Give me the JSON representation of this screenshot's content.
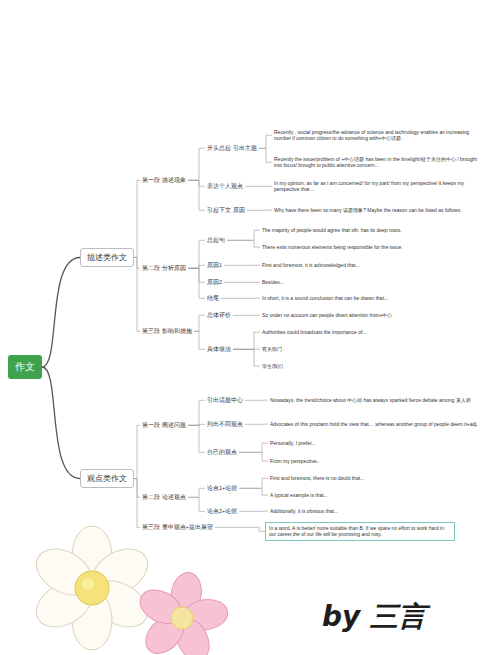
{
  "diagram": {
    "nodes": [
      {
        "text": [
          "作文"
        ]
      },
      {
        "text": [
          "描述类作文"
        ]
      },
      {
        "text": [
          "第一段 描述现象"
        ]
      },
      {
        "text": [
          "开头总起 引出主题"
        ]
      },
      {
        "text": [
          "Recently , social progress/the advance of science and technology enables an increasing number if common citizen to do something with+中心话题."
        ]
      },
      {
        "text": [
          "Recently the issue/problem of +中心话题 has been in the limelight/处于关注的中心 / brought into focus/ brought to public attentive concern..."
        ]
      },
      {
        "text": [
          "表达个人观点"
        ]
      },
      {
        "text": [
          "In my opinion, as far as I am concerned/ for my part/ from my perspective/ it keeps my perspective that ..."
        ]
      },
      {
        "text": [
          "引起下文 原因"
        ]
      },
      {
        "text": [
          "Why have there been so many 该题现象? Maybe the reason can be listed as follows."
        ]
      },
      {
        "text": [
          "第二段 分析原因"
        ]
      },
      {
        "text": [
          "总起句"
        ]
      },
      {
        "text": [
          "The majority of people would agree that sth. has its deep roots."
        ]
      },
      {
        "text": [
          "There exist numerous elements being responsible for the issue."
        ]
      },
      {
        "text": [
          "原因1"
        ]
      },
      {
        "text": [
          "First and foremost, it is acknowledged that..."
        ]
      },
      {
        "text": [
          "原因2"
        ]
      },
      {
        "text": [
          "Besides..."
        ]
      },
      {
        "text": [
          "结尾"
        ]
      },
      {
        "text": [
          "In short, it is a sound conclusion that can be drawn that..."
        ]
      },
      {
        "text": [
          "第三段 影响和措施"
        ]
      },
      {
        "text": [
          "总体评价"
        ]
      },
      {
        "text": [
          "So under no account can people divert attention from+中心"
        ]
      },
      {
        "text": [
          "具体做法"
        ]
      },
      {
        "text": [
          "Authorities could broadcast the importance of..."
        ]
      },
      {
        "text": [
          "有关部门"
        ]
      },
      {
        "text": [
          "学生/我们"
        ]
      },
      {
        "text": [
          "观点类作文"
        ]
      },
      {
        "text": [
          "第一段 阐述问题"
        ]
      },
      {
        "text": [
          "引出话题中心"
        ]
      },
      {
        "text": [
          "Nowadays, the trend/choice about 中心词 has always sparked fierce debate among 某人群"
        ]
      },
      {
        "text": [
          "列出不同观点"
        ]
      },
      {
        "text": [
          "Advocates of this proclaim hold the view that... ,whereas another group of people deem it+adj."
        ]
      },
      {
        "text": [
          "自己的观点"
        ]
      },
      {
        "text": [
          "Personally, I prefer..."
        ]
      },
      {
        "text": [
          "From my perspective.."
        ]
      },
      {
        "text": [
          "第二段 论述观点"
        ]
      },
      {
        "text": [
          "论点1+论据"
        ]
      },
      {
        "text": [
          "First and foremost, there is no doubt that..."
        ]
      },
      {
        "text": [
          "A typical example is that..."
        ]
      },
      {
        "text": [
          "论点2+论据"
        ]
      },
      {
        "text": [
          "Additionally, it is obvious that..."
        ]
      },
      {
        "text": [
          "第三段 重申观点+提出展望"
        ]
      },
      {
        "text": [
          "In a word, A is better/ more suitable than B. If we spare no effort to work hard in our career,the of our life will be promising and rosy."
        ]
      }
    ],
    "edges": [
      {
        "from": 0,
        "to": 1,
        "arrow": "none"
      },
      {
        "from": 0,
        "to": 27,
        "arrow": "none"
      },
      {
        "from": 1,
        "to": 2,
        "arrow": "none"
      },
      {
        "from": 1,
        "to": 10,
        "arrow": "none"
      },
      {
        "from": 1,
        "to": 20,
        "arrow": "none"
      },
      {
        "from": 2,
        "to": 3,
        "arrow": "none"
      },
      {
        "from": 3,
        "to": 4,
        "arrow": "none"
      },
      {
        "from": 3,
        "to": 5,
        "arrow": "none"
      },
      {
        "from": 2,
        "to": 6,
        "arrow": "none"
      },
      {
        "from": 6,
        "to": 7,
        "arrow": "none"
      },
      {
        "from": 2,
        "to": 8,
        "arrow": "none"
      },
      {
        "from": 8,
        "to": 9,
        "arrow": "none"
      },
      {
        "from": 10,
        "to": 11,
        "arrow": "none"
      },
      {
        "from": 11,
        "to": 12,
        "arrow": "none"
      },
      {
        "from": 11,
        "to": 13,
        "arrow": "none"
      },
      {
        "from": 10,
        "to": 14,
        "arrow": "none"
      },
      {
        "from": 14,
        "to": 15,
        "arrow": "none"
      },
      {
        "from": 10,
        "to": 16,
        "arrow": "none"
      },
      {
        "from": 16,
        "to": 17,
        "arrow": "none"
      },
      {
        "from": 10,
        "to": 18,
        "arrow": "none"
      },
      {
        "from": 18,
        "to": 19,
        "arrow": "none"
      },
      {
        "from": 20,
        "to": 21,
        "arrow": "none"
      },
      {
        "from": 21,
        "to": 22,
        "arrow": "none"
      },
      {
        "from": 20,
        "to": 23,
        "arrow": "none"
      },
      {
        "from": 23,
        "to": 24,
        "arrow": "none"
      },
      {
        "from": 23,
        "to": 25,
        "arrow": "none"
      },
      {
        "from": 23,
        "to": 26,
        "arrow": "none"
      },
      {
        "from": 27,
        "to": 28,
        "arrow": "none"
      },
      {
        "from": 28,
        "to": 29,
        "arrow": "none"
      },
      {
        "from": 29,
        "to": 30,
        "arrow": "none"
      },
      {
        "from": 28,
        "to": 31,
        "arrow": "none"
      },
      {
        "from": 31,
        "to": 32,
        "arrow": "none"
      },
      {
        "from": 28,
        "to": 33,
        "arrow": "none"
      },
      {
        "from": 33,
        "to": 34,
        "arrow": "none"
      },
      {
        "from": 33,
        "to": 35,
        "arrow": "none"
      },
      {
        "from": 27,
        "to": 36,
        "arrow": "none"
      },
      {
        "from": 36,
        "to": 37,
        "arrow": "none"
      },
      {
        "from": 37,
        "to": 38,
        "arrow": "none"
      },
      {
        "from": 37,
        "to": 39,
        "arrow": "none"
      },
      {
        "from": 36,
        "to": 40,
        "arrow": "none"
      },
      {
        "from": 40,
        "to": 41,
        "arrow": "none"
      },
      {
        "from": 27,
        "to": 42,
        "arrow": "none"
      },
      {
        "from": 42,
        "to": 43,
        "arrow": "none"
      }
    ],
    "labels": [
      "by 三言"
    ]
  }
}
